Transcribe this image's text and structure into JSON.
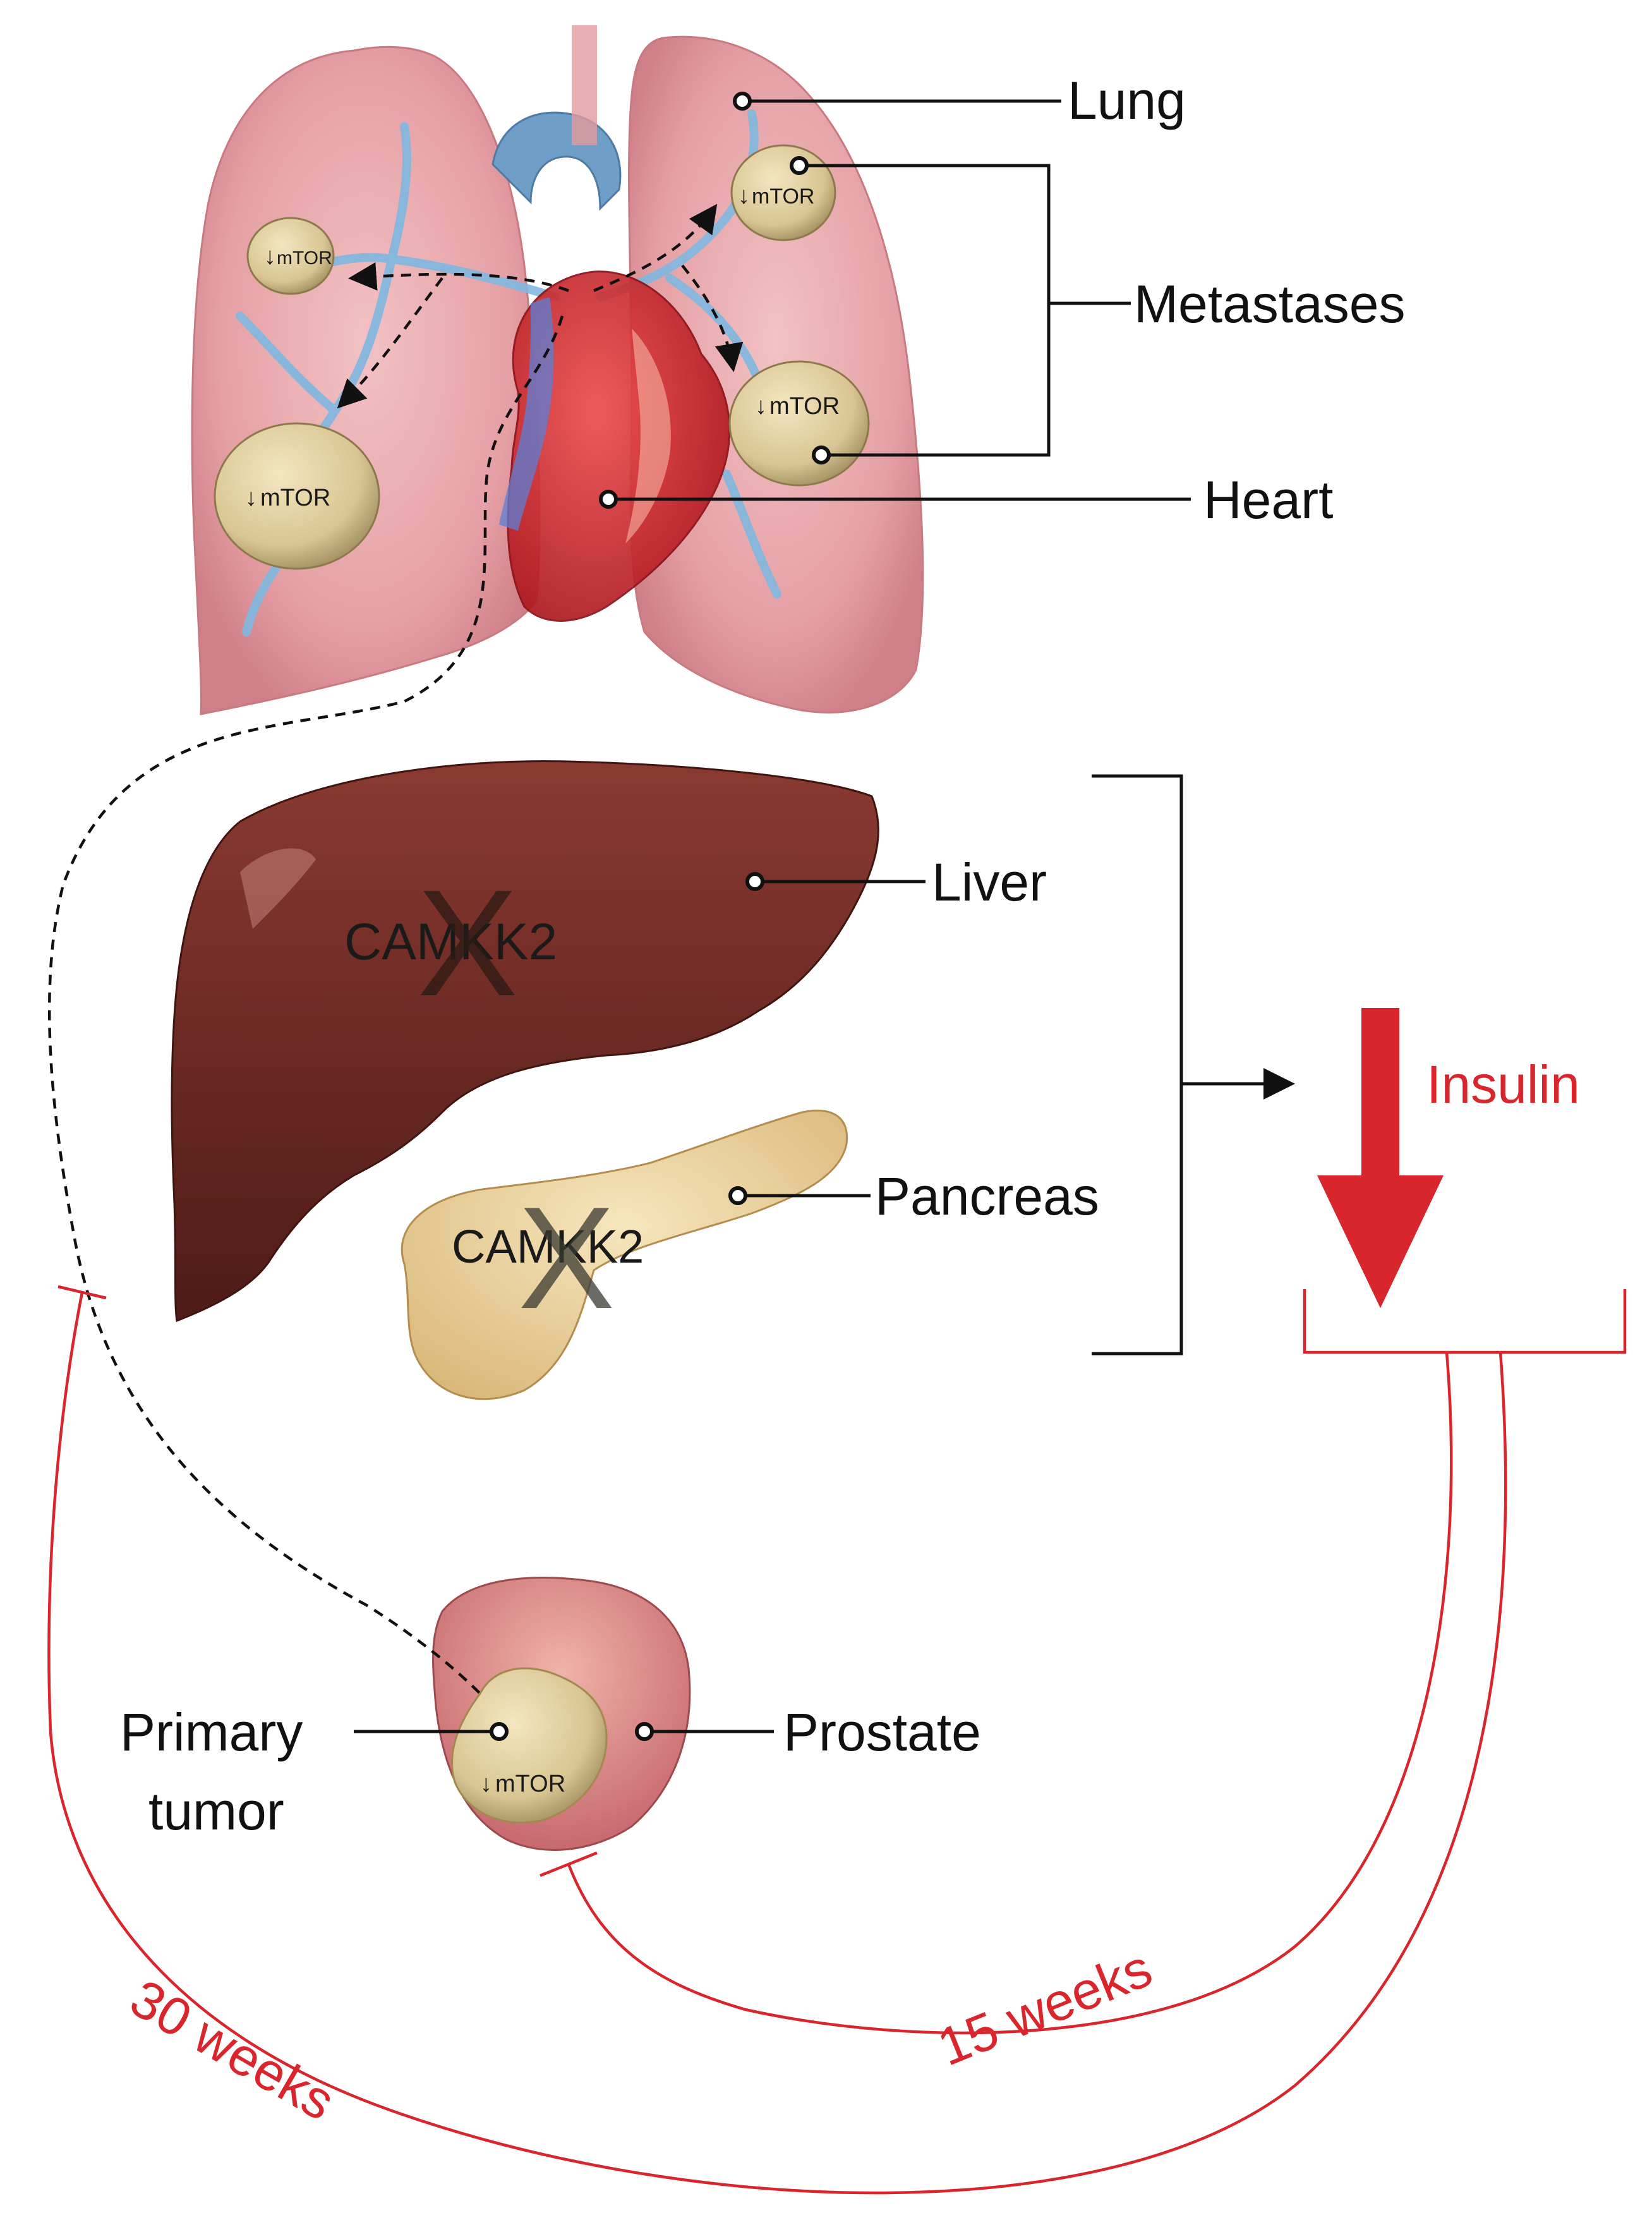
{
  "labels": {
    "lung": "Lung",
    "metastases": "Metastases",
    "heart": "Heart",
    "liver": "Liver",
    "pancreas": "Pancreas",
    "insulin": "Insulin",
    "primary_tumor_line1": "Primary",
    "primary_tumor_line2": "tumor",
    "prostate": "Prostate",
    "weeks_30": "30 weeks",
    "weeks_15": "15 weeks"
  },
  "markers": {
    "mtor": "mTOR",
    "camkk2_liver": "CAMKK2",
    "camkk2_pancreas": "CAMKK2",
    "knockout_mark": "X"
  },
  "colors": {
    "annotation_red": "#d8262c",
    "lung_pink": "#e9a9ad",
    "vessel_blue": "#7fb8e0",
    "heart_red": "#c8212a",
    "liver_brown": "#6e2a24",
    "pancreas_tan": "#e8cf9c",
    "tumor_tan": "#dccb9a",
    "prostate_pink": "#d9868a"
  },
  "icons": {
    "insulin_arrow": "down-arrow-icon",
    "mtor_arrow": "down-arrow-icon"
  }
}
